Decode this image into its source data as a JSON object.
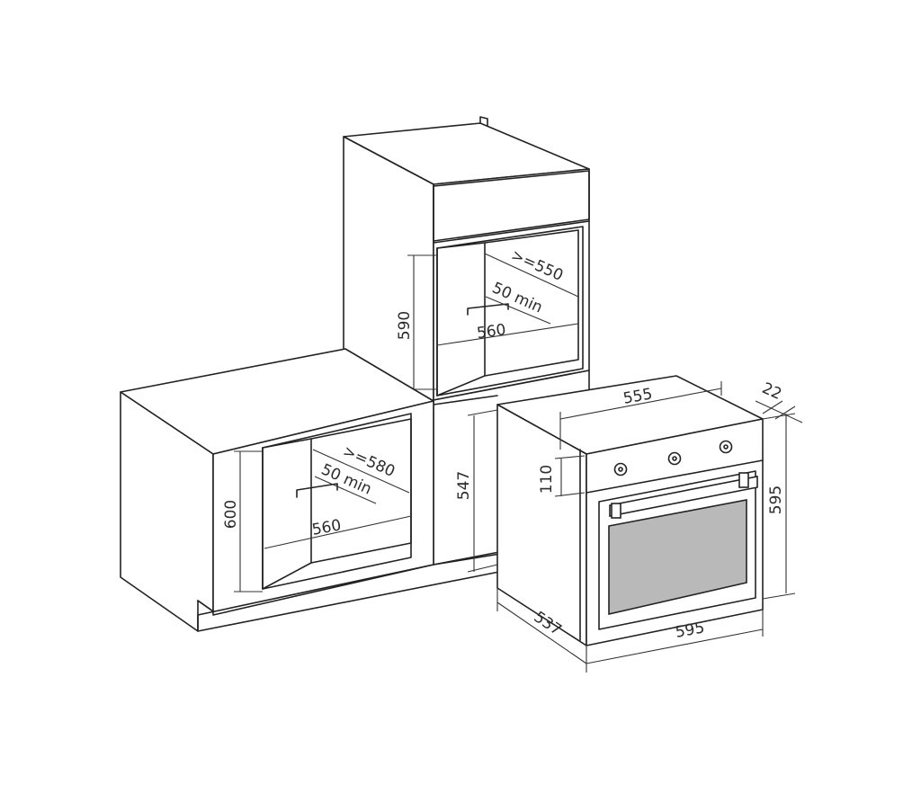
{
  "dimensions": {
    "column_cabinet": {
      "height": "590",
      "depth": ">=550",
      "gap": "50 min",
      "width": "560"
    },
    "base_cabinet": {
      "height": "600",
      "depth": ">=580",
      "gap": "50 min",
      "width": "560"
    },
    "oven": {
      "width_top": "555",
      "panel_thickness": "22",
      "body_height": "547",
      "control_panel_height": "110",
      "front_height": "595",
      "depth": "537",
      "front_width": "595"
    }
  },
  "colors": {
    "line": "#222222",
    "glass": "#b9b9b9",
    "background": "#ffffff"
  }
}
